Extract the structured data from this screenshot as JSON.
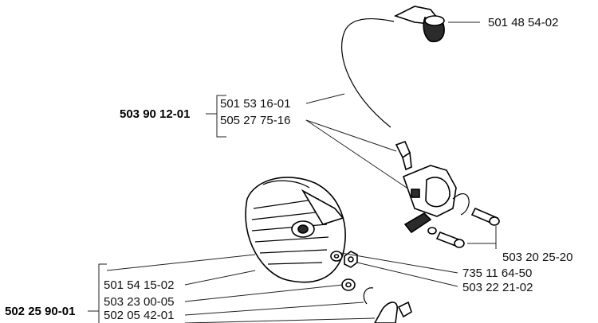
{
  "labels": {
    "spark_cap": "501 48 54-02",
    "kit_top": "503 90 12-01",
    "kit_top_item1": "501 53 16-01",
    "kit_top_item2": "505 27 75-16",
    "screw": "503 20 25-20",
    "washer": "735 11 64-50",
    "nut": "503 22 21-02",
    "kit_bottom": "502 25 90-01",
    "flywheel": "501 54 15-02",
    "washer2": "503 23 00-05",
    "circlip": "502 05 42-01"
  }
}
